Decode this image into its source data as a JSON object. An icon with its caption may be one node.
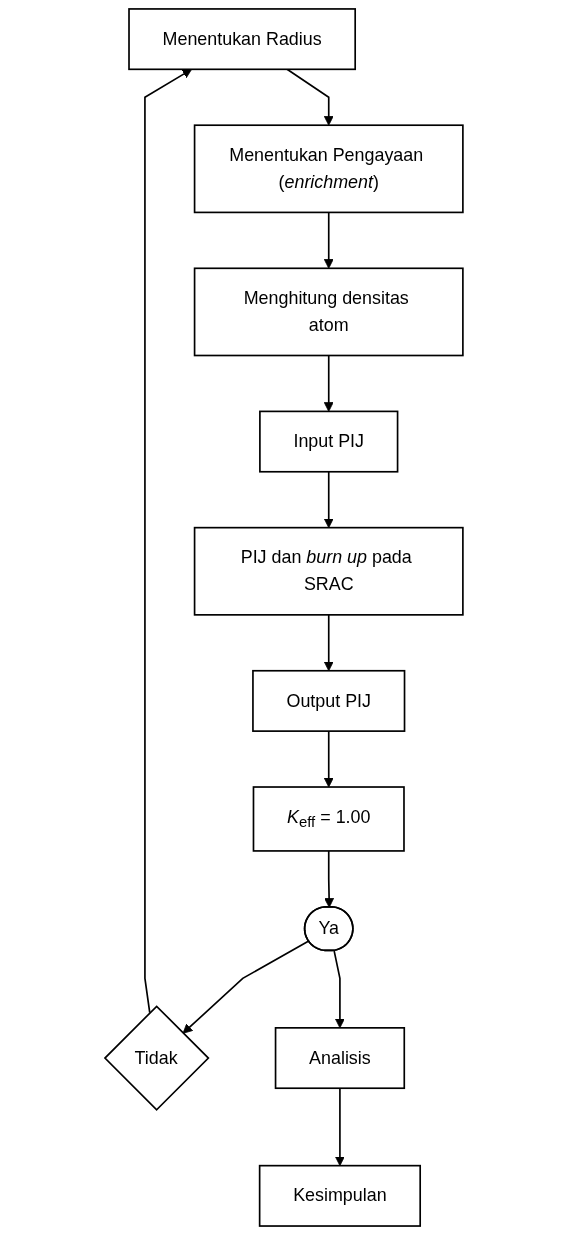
{
  "diagram": {
    "nodes": [
      {
        "text": [
          "Menentukan Radius"
        ]
      },
      {
        "text": [
          "Menentukan Pengayaan (*enrichment*)"
        ]
      },
      {
        "text": [
          "Menghitung densitas atom"
        ]
      },
      {
        "text": [
          "Input PIJ"
        ]
      },
      {
        "text": [
          "PIJ dan *burn up* pada SRAC"
        ]
      },
      {
        "text": [
          "Output PIJ"
        ]
      },
      {
        "text": [
          "*K*$_{eff}$ = 1.00"
        ]
      },
      {
        "text": [
          "Ya"
        ]
      },
      {
        "text": [
          "Tidak"
        ]
      },
      {
        "text": [
          "Analisis"
        ]
      },
      {
        "text": [
          "Kesimpulan"
        ]
      }
    ],
    "edges": [
      {
        "from": 0,
        "to": 1,
        "arrow": "to"
      },
      {
        "from": 1,
        "to": 2,
        "arrow": "to"
      },
      {
        "from": 2,
        "to": 3,
        "arrow": "to"
      },
      {
        "from": 3,
        "to": 4,
        "arrow": "to"
      },
      {
        "from": 4,
        "to": 5,
        "arrow": "to"
      },
      {
        "from": 5,
        "to": 6,
        "arrow": "to"
      },
      {
        "from": 6,
        "to": 7,
        "arrow": "to"
      },
      {
        "from": 7,
        "to": 8,
        "arrow": "to"
      },
      {
        "from": 8,
        "to": 0,
        "arrow": "to"
      },
      {
        "from": 7,
        "to": 9,
        "arrow": "to"
      },
      {
        "from": 9,
        "to": 10,
        "arrow": "to"
      }
    ]
  }
}
